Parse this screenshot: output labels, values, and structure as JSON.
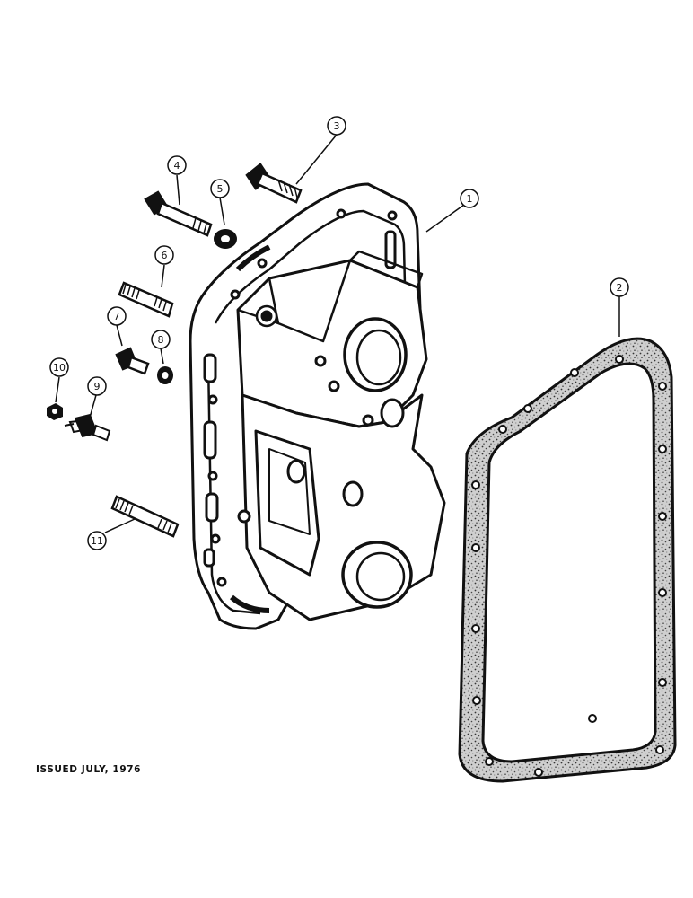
{
  "issued_text": "ISSUED JULY, 1976",
  "callouts": [
    {
      "id": "c1",
      "label": "1"
    },
    {
      "id": "c2",
      "label": "2"
    },
    {
      "id": "c3",
      "label": "3"
    },
    {
      "id": "c4",
      "label": "4"
    },
    {
      "id": "c5",
      "label": "5"
    },
    {
      "id": "c6",
      "label": "6"
    },
    {
      "id": "c7",
      "label": "7"
    },
    {
      "id": "c8",
      "label": "8"
    },
    {
      "id": "c9",
      "label": "9"
    },
    {
      "id": "c10",
      "label": "10"
    },
    {
      "id": "c11",
      "label": "11"
    }
  ]
}
